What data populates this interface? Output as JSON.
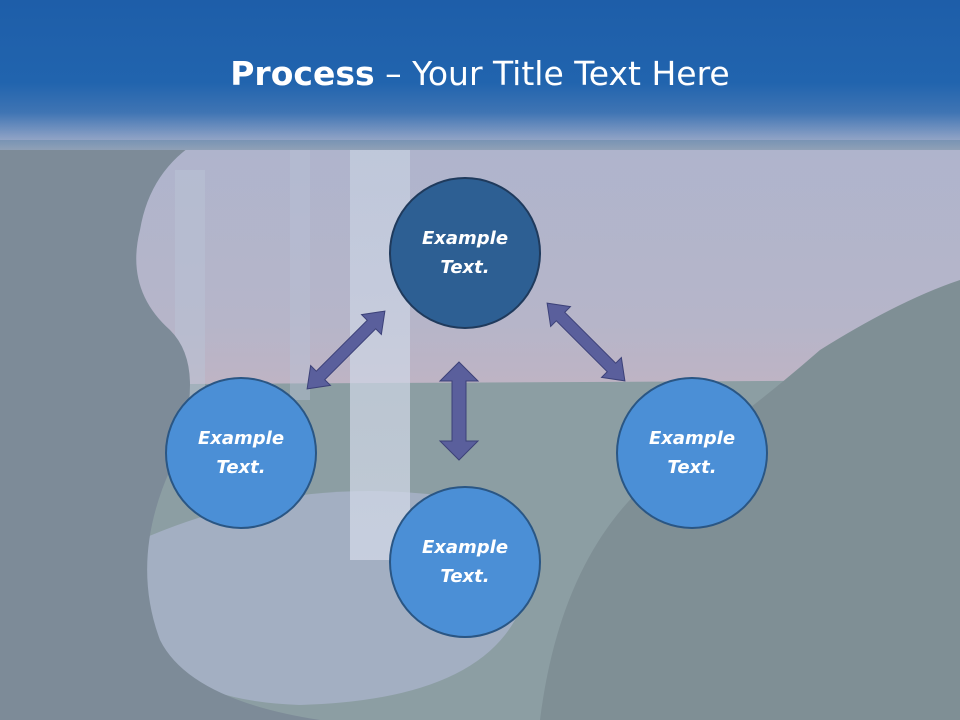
{
  "title": {
    "bold": "Process",
    "rest": " – Your Title Text Here"
  },
  "nodes": {
    "top": "Example Text.",
    "left": "Example Text.",
    "right": "Example Text.",
    "bottom": "Example Text."
  },
  "colors": {
    "title_band": "#1e5ea9",
    "node_primary": "#2d5f93",
    "node_secondary": "#4b8fd6",
    "arrow": "#5a5f9c"
  },
  "background": "waterfall-cave-sunset-photo"
}
